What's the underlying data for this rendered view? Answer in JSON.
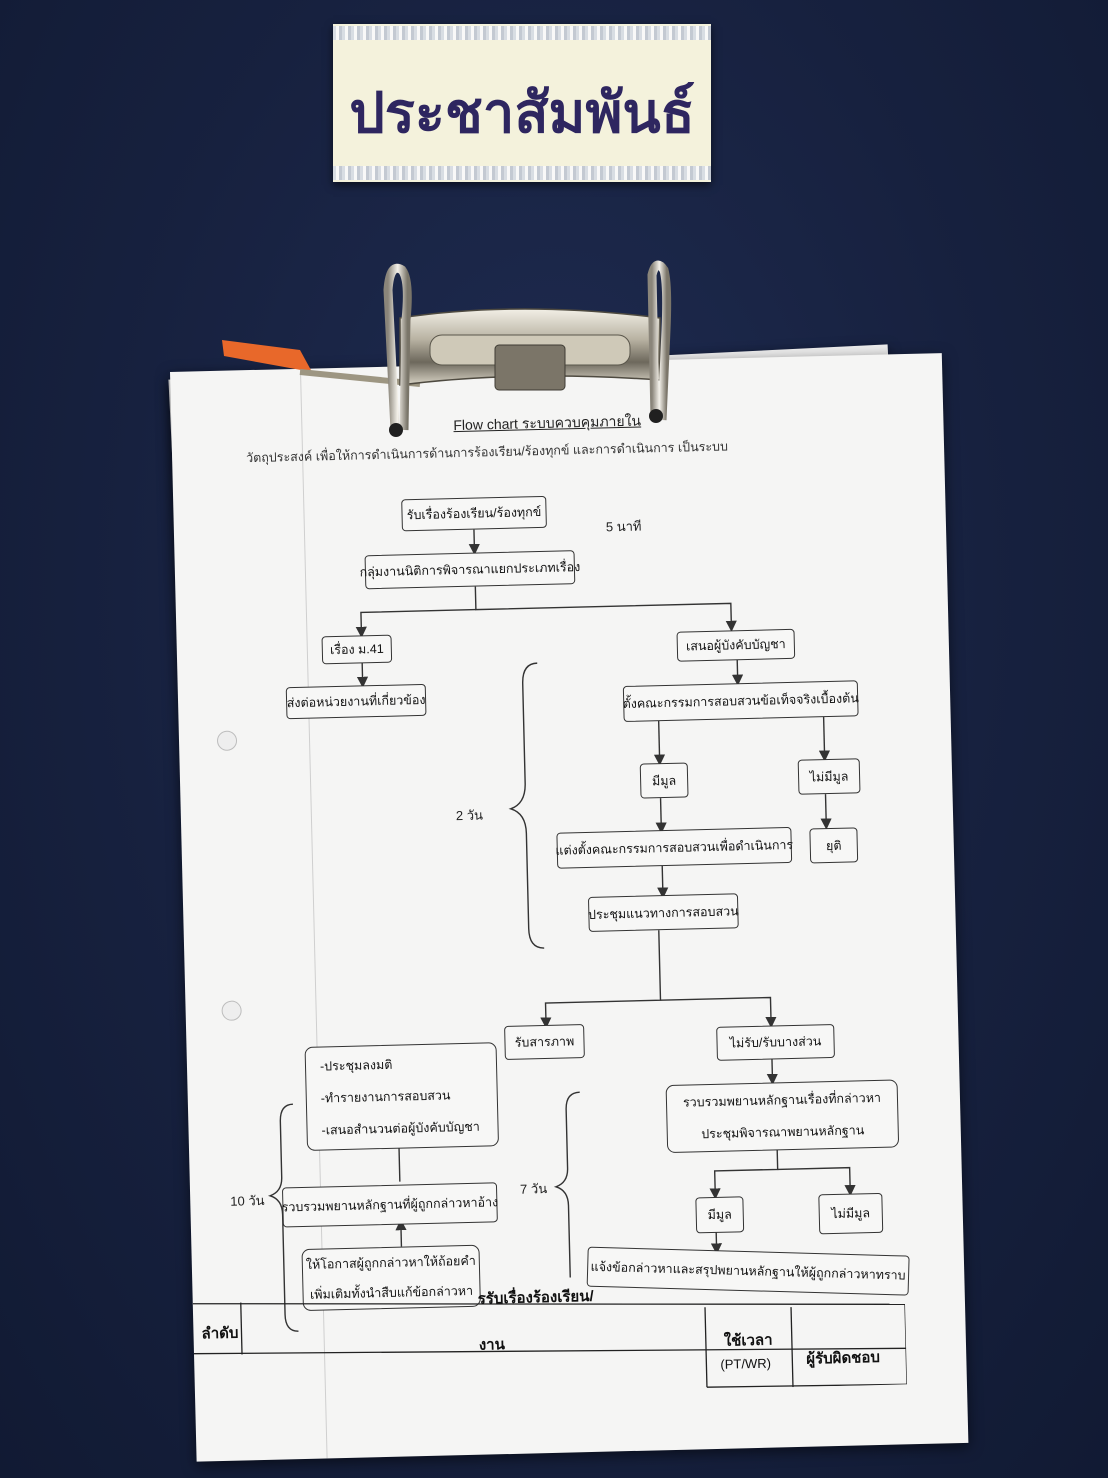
{
  "sign": {
    "text": "ประชาสัมพันธ์"
  },
  "document": {
    "title": "Flow chart ระบบควบคุมภายใน",
    "objective": "วัตถุประสงค์ เพื่อให้การดำเนินการด้านการร้องเรียน/ร้องทุกข์ และการดำเนินการ เป็นระบบ",
    "boxes": {
      "receive": "รับเรื่องร้องเรียน/ร้องทุกข์",
      "legal_group": "กลุ่มงานนิติการพิจารณาแยกประเภทเรื่อง",
      "m41": "เรื่อง ม.41",
      "forward": "ส่งต่อหน่วยงานที่เกี่ยวข้อง",
      "propose": "เสนอผู้บังคับบัญชา",
      "fact_committee": "ตั้งคณะกรรมการสอบสวนข้อเท็จจริงเบื้องต้น",
      "has_basis_1": "มีมูล",
      "no_basis_1": "ไม่มีมูล",
      "appoint_committee": "แต่งตั้งคณะกรรมการสอบสวนเพื่อดำเนินการ",
      "stop": "ยุติ",
      "meeting": "ประชุมแนวทางการสอบสวน",
      "confess": "รับสารภาพ",
      "deny": "ไม่รับ/รับบางส่วน",
      "resolve_lines": [
        "-ประชุมลงมติ",
        "-ทำรายงานการสอบสวน",
        "-เสนอสำนวนต่อผู้บังคับบัญชา"
      ],
      "gather_lines": [
        "รวบรวมพยานหลักฐานเรื่องที่กล่าวหา",
        "ประชุมพิจารณาพยานหลักฐาน"
      ],
      "has_basis_2": "มีมูล",
      "no_basis_2": "ไม่มีมูล",
      "collect_accused": "รวบรวมพยานหลักฐานที่ผู้ถูกกล่าวหาอ้าง",
      "opportunity_lines": [
        "ให้โอกาสผู้ถูกกล่าวหาให้ถ้อยคำ",
        "เพิ่มเติมทั้งนำสืบแก้ข้อกล่าวหา"
      ],
      "notify": "แจ้งข้อกล่าวหาและสรุปพยานหลักฐานให้ผู้ถูกกล่าวหาทราบ"
    },
    "notes": {
      "five_min": "5 นาที",
      "two_days": "2  วัน",
      "ten_days": "10 วัน",
      "seven_days": "7 วัน"
    },
    "table": {
      "col_order": "ลำดับ",
      "col_task_fragment": "งาน",
      "col_receive_fragment": "รรับเรื่องร้องเรียน/",
      "col_time": "ใช้เวลา",
      "col_time_unit": "(PT/WR)",
      "col_responsible": "ผู้รับผิดชอบ"
    }
  }
}
